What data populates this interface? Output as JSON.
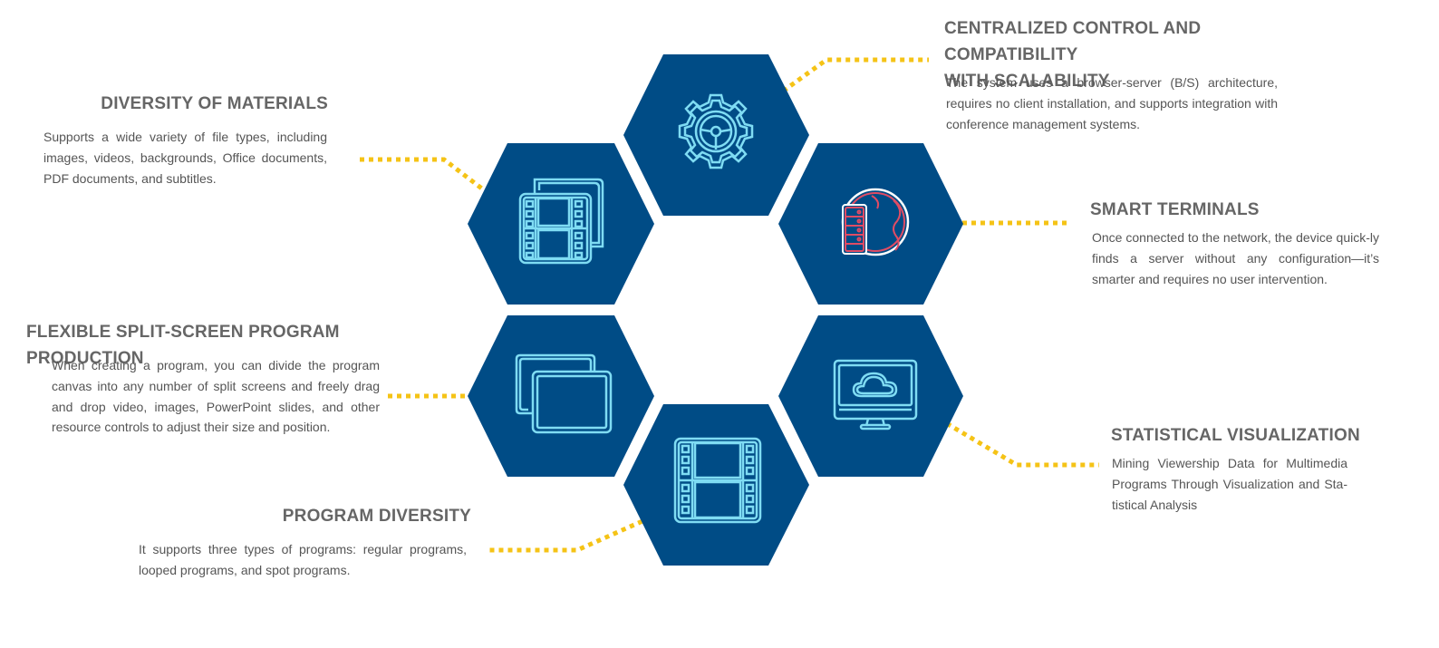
{
  "colors": {
    "hexagon": "#004c86",
    "connector": "#f5c316",
    "icon": "#7fdcf3",
    "icon_alt": "#e04c64",
    "title_text": "#666666",
    "body_text": "#555555"
  },
  "features": {
    "centralized": {
      "title_line1": "CENTRALIZED CONTROL AND COMPATIBILITY",
      "title_line2": "WITH SCALABILITY",
      "description": "The system uses a browser-server (B/S) architecture, requires no client installation, and supports integration with conference management systems.",
      "icon": "gear-steering-icon"
    },
    "materials": {
      "title": "DIVERSITY OF MATERIALS",
      "description": "Supports a wide variety of file types, including images, videos, backgrounds, Office documents, PDF documents, and subtitles.",
      "icon": "film-stack-icon"
    },
    "terminals": {
      "title": "SMART TERMINALS",
      "description": "Once connected to the network, the device quick-ly finds a server without any configuration—it’s smarter and requires no user intervention.",
      "icon": "globe-server-icon"
    },
    "split_screen": {
      "title": "FLEXIBLE SPLIT-SCREEN PROGRAM PRODUCTION",
      "description": "When creating a program, you can divide the program canvas into any number of split screens and freely drag and drop video, images, PowerPoint slides, and other resource controls to adjust their size and position.",
      "icon": "split-screen-icon"
    },
    "statistics": {
      "title": "STATISTICAL VISUALIZATION",
      "description": "Mining Viewership Data for Multimedia Programs Through Visualization and Sta-tistical Analysis",
      "icon": "cloud-monitor-icon"
    },
    "program": {
      "title": "PROGRAM DIVERSITY",
      "description": "It supports three types of programs: regular programs, looped programs, and spot programs.",
      "icon": "film-strip-icon"
    }
  }
}
